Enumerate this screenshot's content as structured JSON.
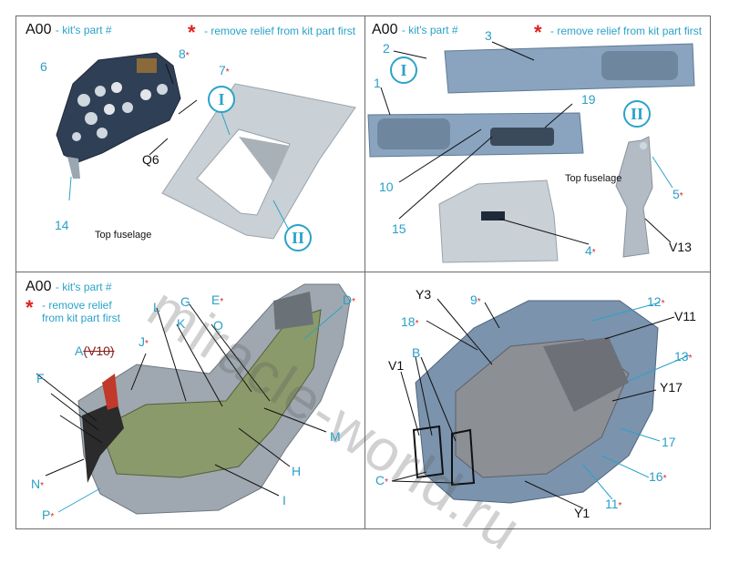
{
  "colors": {
    "accent": "#2aa3c9",
    "required_mark": "#e02020",
    "part_label": "#2a9fc7"
  },
  "watermark": "miracle-world.ru",
  "panel_tl": {
    "code": "A00",
    "kit": "- kit's part #",
    "star": "*",
    "note": "- remove relief from kit part first",
    "labels": {
      "l6": "6",
      "l8": "8",
      "l7": "7",
      "lQ6": "Q6",
      "l14": "14",
      "top": "Top fuselage",
      "r1": "I",
      "r2": "II"
    }
  },
  "panel_tr": {
    "code": "A00",
    "kit": "- kit's part #",
    "star": "*",
    "note": "- remove relief from kit part first",
    "labels": {
      "l2": "2",
      "l3": "3",
      "l1": "1",
      "l19": "19",
      "l10": "10",
      "l15": "15",
      "l4": "4",
      "l5": "5",
      "lV13": "V13",
      "top": "Top fuselage",
      "r1": "I",
      "r2": "II"
    }
  },
  "panel_bl": {
    "code": "A00",
    "kit": "- kit's part #",
    "star": "*",
    "note1": "- remove relief",
    "note2": "from kit part first",
    "labels": {
      "A": "A",
      "V10": "(V10)",
      "J": "J",
      "F": "F",
      "N": "N",
      "P": "P",
      "L": "L",
      "G": "G",
      "K": "K",
      "E": "E",
      "O": "O",
      "D": "D",
      "M": "M",
      "H": "H",
      "I": "I"
    }
  },
  "panel_br": {
    "labels": {
      "Y3": "Y3",
      "l9": "9",
      "l18": "18",
      "V1": "V1",
      "B": "B",
      "C": "C",
      "l12": "12",
      "V11": "V11",
      "l13": "13",
      "Y17": "Y17",
      "l17": "17",
      "l16": "16",
      "l11": "11",
      "Y1": "Y1"
    }
  }
}
